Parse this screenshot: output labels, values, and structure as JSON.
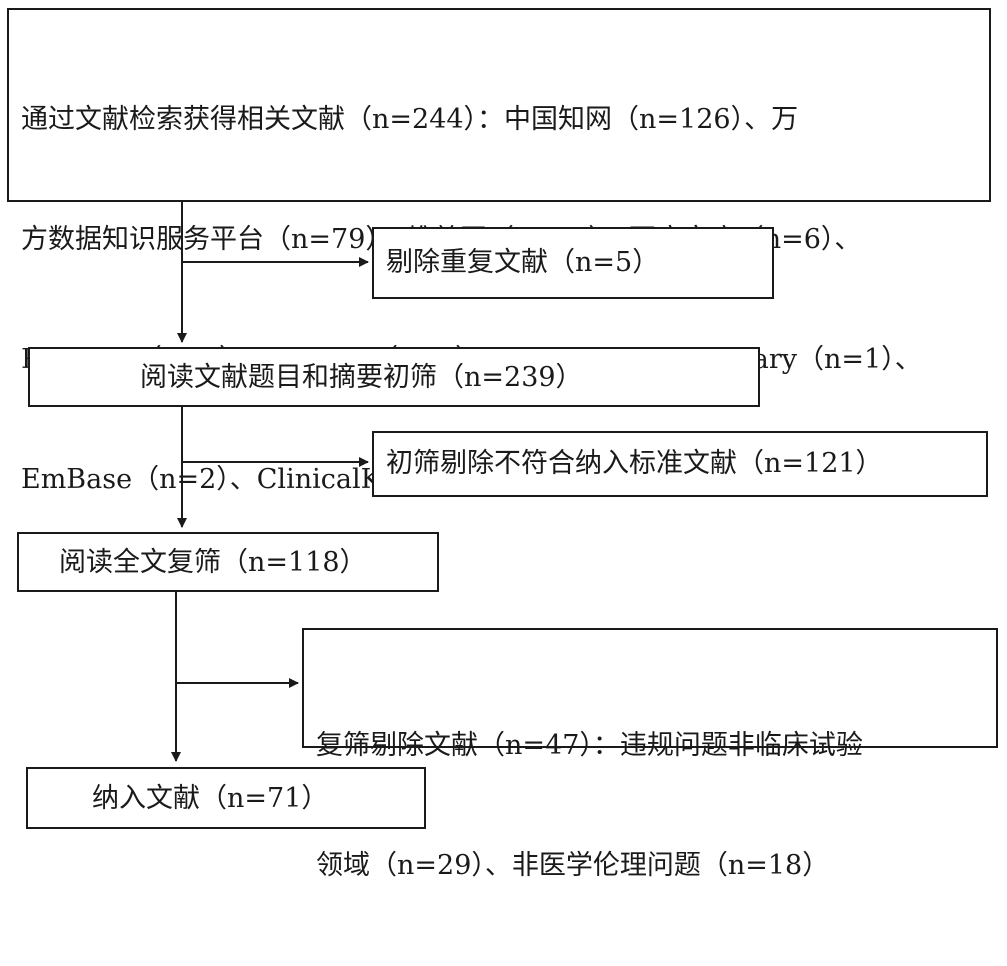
{
  "diagram": {
    "box1": {
      "lines": [
        "通过文献检索获得相关文献（n=244）：中国知网（n=126）、万",
        "方数据知识服务平台（n=79）、维普网（n=13）、百度文库（n=6）、",
        "PubMed（n=8）、Medline（n=7）、The Cochrane Library（n=1）、",
        "EmBase（n=2）、ClinicalKey（n=2）"
      ]
    },
    "excl1": {
      "text": "剔除重复文献（n=5）"
    },
    "box2": {
      "text": "阅读文献题目和摘要初筛（n=239）"
    },
    "excl2": {
      "text": "初筛剔除不符合纳入标准文献（n=121）"
    },
    "box3": {
      "text": "阅读全文复筛（n=118）"
    },
    "excl3": {
      "lines": [
        "复筛剔除文献（n=47）：违规问题非临床试验",
        "领域（n=29）、非医学伦理问题（n=18）"
      ]
    },
    "box4": {
      "text": "纳入文献（n=71）"
    }
  },
  "colors": {
    "line": "#1a1a1a",
    "background": "#ffffff",
    "watermark": "#b0b0b0"
  }
}
